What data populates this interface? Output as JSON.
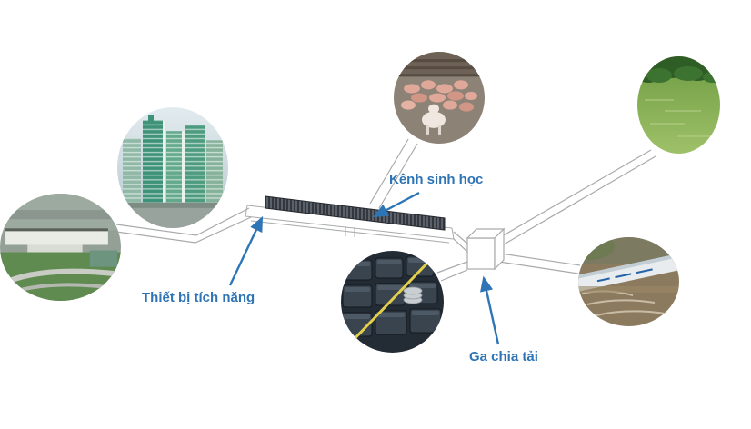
{
  "diagram": {
    "background": "#FFFFFF",
    "labels": {
      "kenh_sinh_hoc": {
        "text": "Kênh sinh học"
      },
      "thiet_bi_tich_nang": {
        "text": "Thiết bị tích năng"
      },
      "ga_chia_tai": {
        "text": "Ga chia tải"
      }
    },
    "nodes": [
      {
        "id": "apartment-towers-photo",
        "shape": "circle"
      },
      {
        "id": "airport-aerial-photo",
        "shape": "oval"
      },
      {
        "id": "pig-farm-photo",
        "shape": "circle"
      },
      {
        "id": "green-lake-photo",
        "shape": "oval"
      },
      {
        "id": "battery-storage-photo",
        "shape": "circle"
      },
      {
        "id": "discharge-channel-photo",
        "shape": "oval"
      }
    ],
    "colors": {
      "label_text": "#2E74B5",
      "arrow": "#2E75B6",
      "line": "#A8AAAC",
      "grating_dark": "#34383E"
    }
  }
}
